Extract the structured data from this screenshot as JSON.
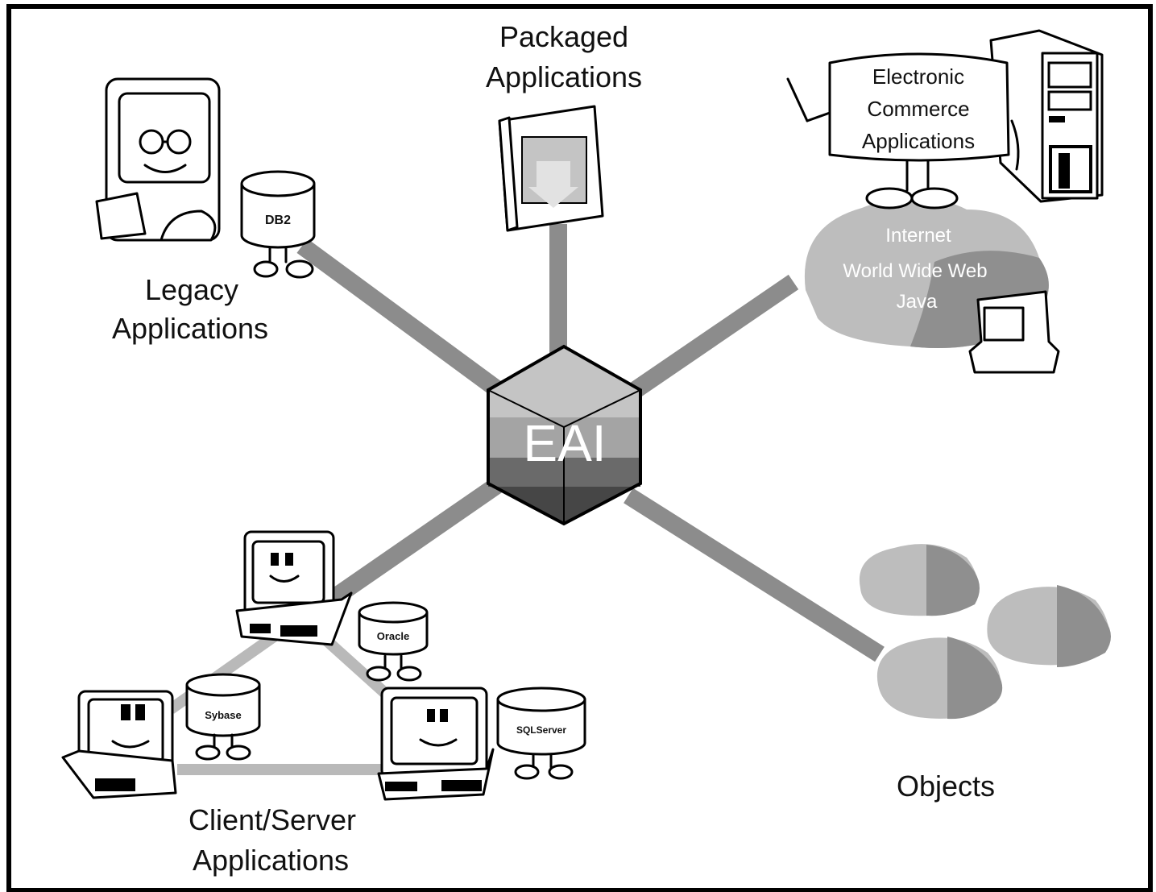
{
  "hub": {
    "label": "EAI"
  },
  "labels": {
    "packaged": [
      "Packaged",
      "Applications"
    ],
    "legacy": [
      "Legacy",
      "Applications"
    ],
    "client_server": [
      "Client/Server",
      "Applications"
    ],
    "objects": "Objects",
    "ecommerce": [
      "Electronic",
      "Commerce",
      "Applications"
    ],
    "internet": [
      "Internet",
      "World Wide Web",
      "Java"
    ]
  },
  "databases": {
    "legacy": "DB2",
    "oracle": "Oracle",
    "sybase": "Sybase",
    "sqlserver": "SQLServer"
  },
  "colors": {
    "connector": "#8c8c8c",
    "lan": "#b9b9b9",
    "cube_top": "#c4c4c4",
    "cube_mid": "#a4a4a4",
    "cube_low": "#6a6a6a",
    "cube_bottom": "#464646",
    "cloud_light": "#bdbdbd",
    "cloud_dark": "#8f8f8f"
  }
}
